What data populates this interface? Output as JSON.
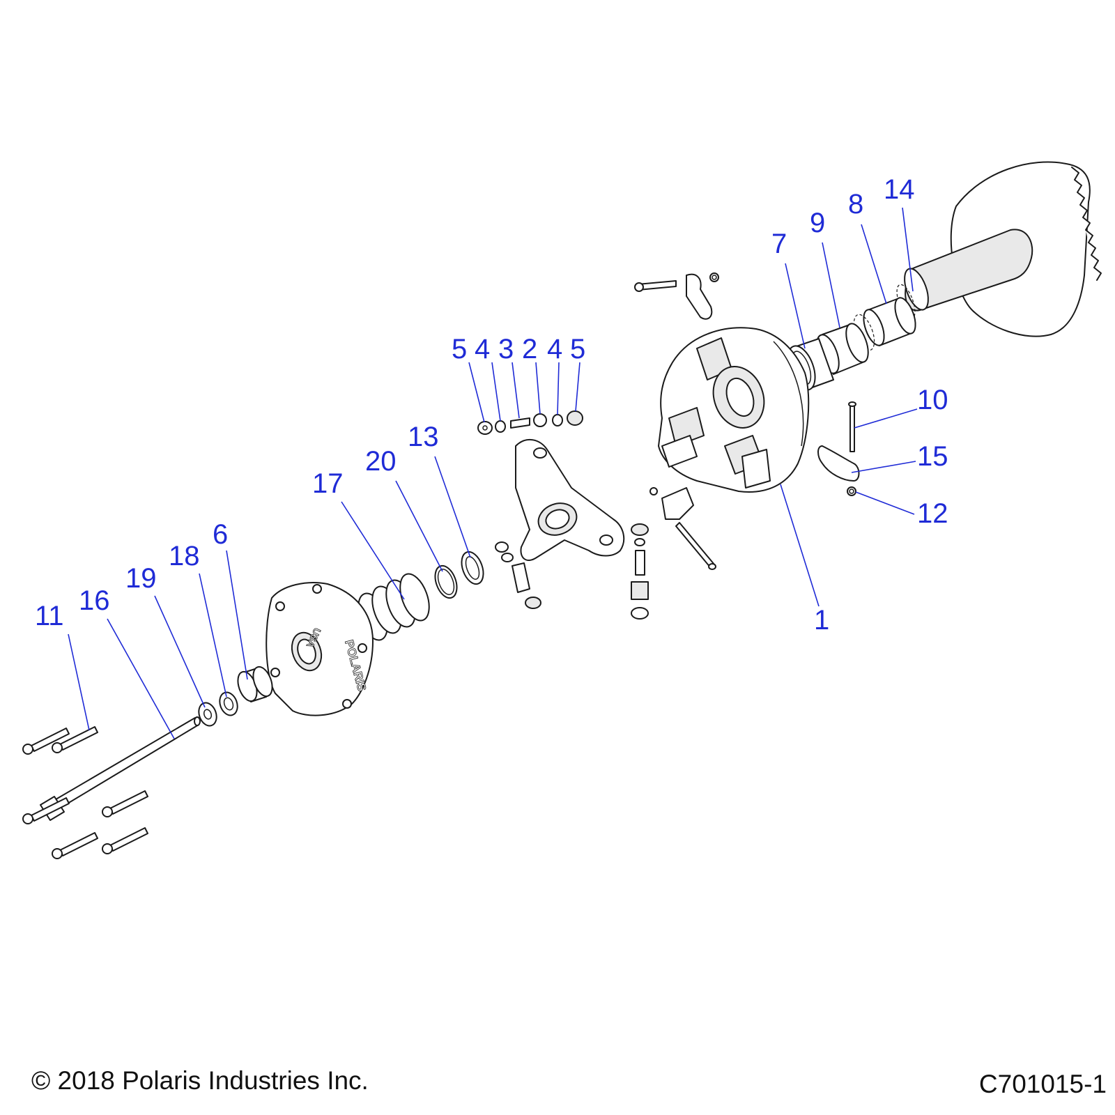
{
  "callouts": [
    {
      "id": "c1",
      "label": "1"
    },
    {
      "id": "c2",
      "label": "2"
    },
    {
      "id": "c3",
      "label": "3"
    },
    {
      "id": "c4a",
      "label": "4"
    },
    {
      "id": "c4b",
      "label": "4"
    },
    {
      "id": "c5a",
      "label": "5"
    },
    {
      "id": "c5b",
      "label": "5"
    },
    {
      "id": "c6",
      "label": "6"
    },
    {
      "id": "c7",
      "label": "7"
    },
    {
      "id": "c8",
      "label": "8"
    },
    {
      "id": "c9",
      "label": "9"
    },
    {
      "id": "c10",
      "label": "10"
    },
    {
      "id": "c11",
      "label": "11"
    },
    {
      "id": "c12",
      "label": "12"
    },
    {
      "id": "c13",
      "label": "13"
    },
    {
      "id": "c14",
      "label": "14"
    },
    {
      "id": "c15",
      "label": "15"
    },
    {
      "id": "c16",
      "label": "16"
    },
    {
      "id": "c17",
      "label": "17"
    },
    {
      "id": "c18",
      "label": "18"
    },
    {
      "id": "c19",
      "label": "19"
    },
    {
      "id": "c20",
      "label": "20"
    }
  ],
  "cover_logo_text": "POLARIS",
  "cover_stamp_text": "USA",
  "copyright": "© 2018 Polaris Industries Inc.",
  "diagram_code": "C701015-1",
  "colors": {
    "callout": "#1f2bd6",
    "line": "#1a1a1a"
  }
}
